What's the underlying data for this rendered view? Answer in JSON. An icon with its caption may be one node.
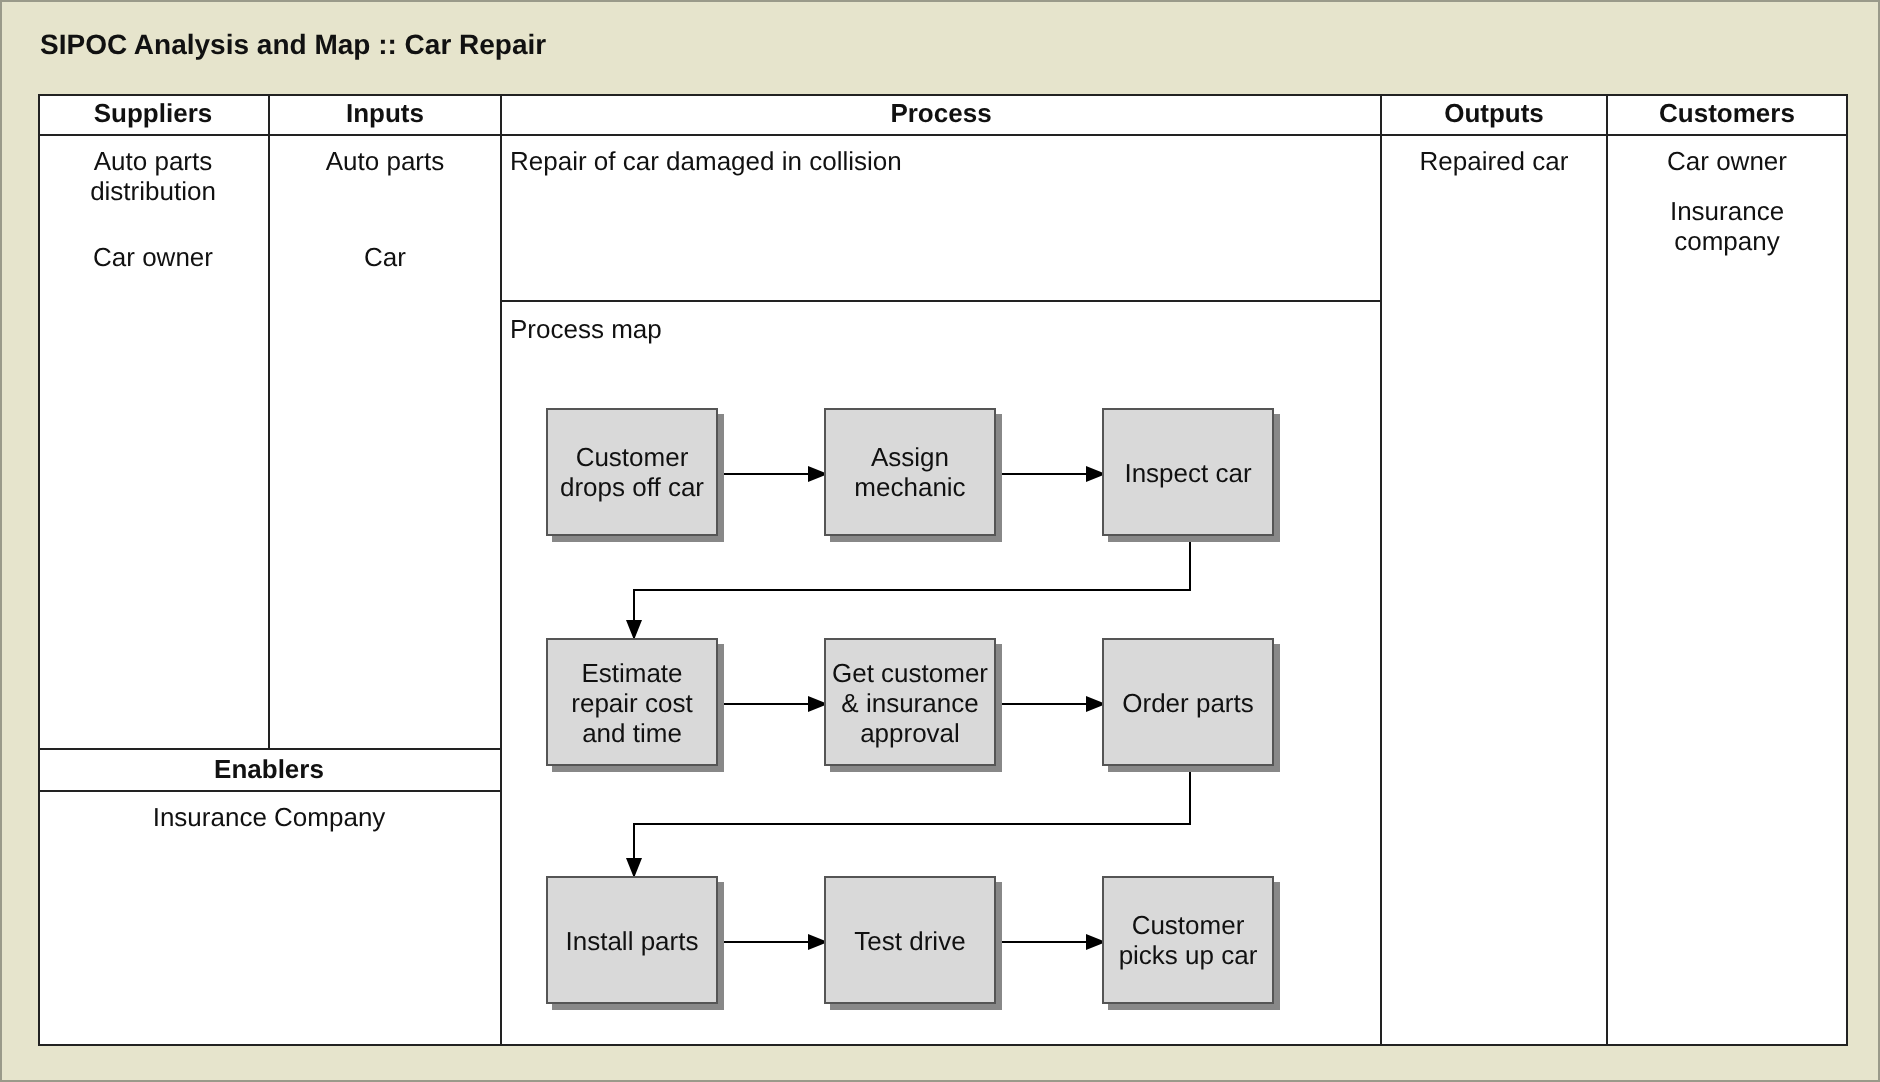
{
  "diagram": {
    "title": "SIPOC Analysis and Map :: Car Repair",
    "nodes": [
      {
        "text": [
          "Suppliers",
          "Auto parts distribution",
          "Car owner"
        ]
      },
      {
        "text": [
          "Inputs",
          "Auto parts",
          "Car"
        ]
      },
      {
        "text": [
          "Enablers",
          "Insurance Company"
        ]
      },
      {
        "text": [
          "Process"
        ]
      },
      {
        "text": [
          "Repair of car damaged in collision"
        ],
        "in": 3
      },
      {
        "text": [
          "Process map"
        ],
        "in": 3
      },
      {
        "text": [
          "Customer drops off car"
        ],
        "in": 5
      },
      {
        "text": [
          "Assign mechanic"
        ],
        "in": 5
      },
      {
        "text": [
          "Inspect car"
        ],
        "in": 5
      },
      {
        "text": [
          "Estimate repair cost and time"
        ],
        "in": 5
      },
      {
        "text": [
          "Get customer & insurance approval"
        ],
        "in": 5
      },
      {
        "text": [
          "Order parts"
        ],
        "in": 5
      },
      {
        "text": [
          "Install parts"
        ],
        "in": 5
      },
      {
        "text": [
          "Test drive"
        ],
        "in": 5
      },
      {
        "text": [
          "Customer picks up car"
        ],
        "in": 5
      },
      {
        "text": [
          "Outputs",
          "Repaired car"
        ]
      },
      {
        "text": [
          "Customers",
          "Car owner",
          "Insurance company"
        ]
      }
    ],
    "edges": [
      {
        "from": 6,
        "to": 7,
        "arrow": "to"
      },
      {
        "from": 7,
        "to": 8,
        "arrow": "to"
      },
      {
        "from": 8,
        "to": 9,
        "arrow": "to"
      },
      {
        "from": 9,
        "to": 10,
        "arrow": "to"
      },
      {
        "from": 10,
        "to": 11,
        "arrow": "to"
      },
      {
        "from": 11,
        "to": 12,
        "arrow": "to"
      },
      {
        "from": 12,
        "to": 13,
        "arrow": "to"
      },
      {
        "from": 13,
        "to": 14,
        "arrow": "to"
      }
    ]
  }
}
